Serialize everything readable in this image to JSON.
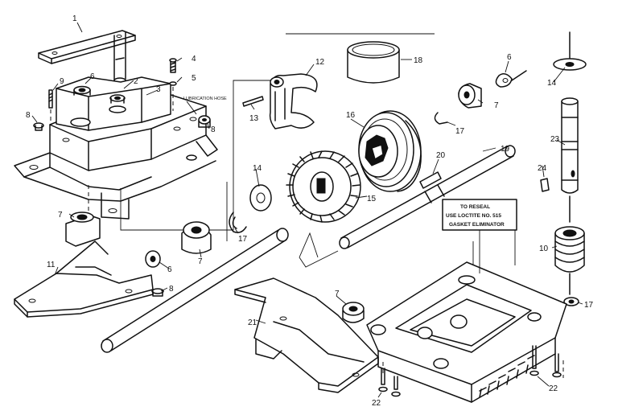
{
  "labels": {
    "p1": "1",
    "p2": "2",
    "p3": "3",
    "p4": "4",
    "p5": "5",
    "p6a": "6",
    "p6b": "6",
    "p6c": "6",
    "p7a": "7",
    "p7b": "7",
    "p7c": "7",
    "p7d": "7",
    "p8a": "8",
    "p8b": "8",
    "p8c": "8",
    "p9": "9",
    "p10": "10",
    "p11": "11",
    "p12": "12",
    "p13": "13",
    "p14a": "14",
    "p14b": "14",
    "p15": "15",
    "p16": "16",
    "p17a": "17",
    "p17b": "17",
    "p17c": "17",
    "p18": "18",
    "p19": "19",
    "p20": "20",
    "p21": "21",
    "p22a": "22",
    "p22b": "22",
    "p23": "23",
    "p24": "24"
  },
  "annotations": {
    "lubrication": "LUBRICATION HOSE",
    "reseal_line1": "TO RESEAL",
    "reseal_line2": "USE LOCTITE NO. 515",
    "reseal_line3": "GASKET ELIMINATOR"
  }
}
